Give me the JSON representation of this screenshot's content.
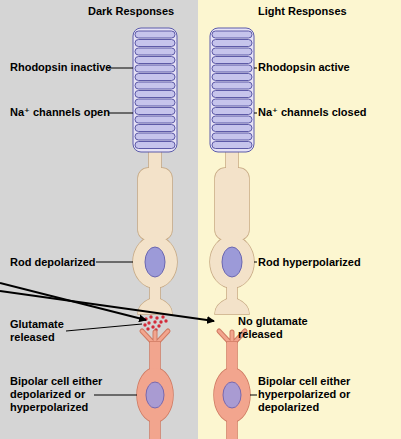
{
  "diagram": {
    "nodes": [
      {
        "text": [
          "Dark Responses"
        ]
      },
      {
        "text": [
          "Light Responses"
        ]
      }
    ],
    "labels": [
      "Rhodopsin inactive",
      "Na⁺ channels open",
      "Rod depolarized",
      "Glutamate released",
      "Bipolar cell either depolarized or hyperpolarized",
      "Rhodopsin active",
      "Na⁺ channels closed",
      "Rod hyperpolarized",
      "No glutamate released",
      "Bipolar cell either hyperpolarized or depolarized"
    ]
  }
}
